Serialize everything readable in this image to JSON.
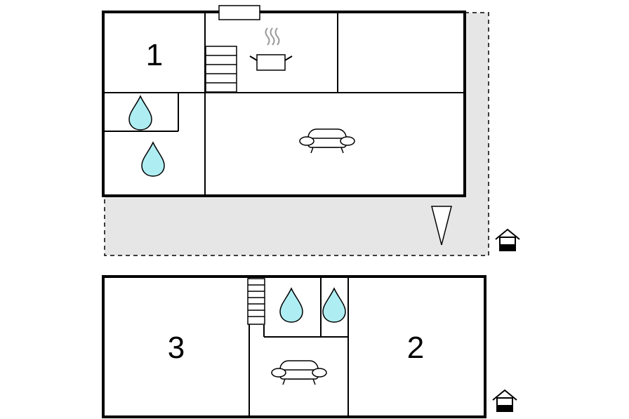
{
  "floor_plan": {
    "upper_floor": {
      "rooms": [
        {
          "label": "1",
          "type": "bedroom"
        }
      ],
      "icons": [
        "stairs-icon",
        "cooking-pot-icon",
        "water-drop-icon",
        "water-drop-icon",
        "sofa-icon",
        "entrance-arrow-icon",
        "house-floor-icon"
      ]
    },
    "lower_floor": {
      "rooms": [
        {
          "label": "3",
          "type": "bedroom"
        },
        {
          "label": "2",
          "type": "bedroom"
        }
      ],
      "icons": [
        "stairs-icon",
        "water-drop-icon",
        "water-drop-icon",
        "sofa-icon",
        "house-floor-icon"
      ]
    }
  },
  "colors": {
    "wall": "#000000",
    "water": "#aeeef2",
    "terrace": "#e6e6e6"
  }
}
